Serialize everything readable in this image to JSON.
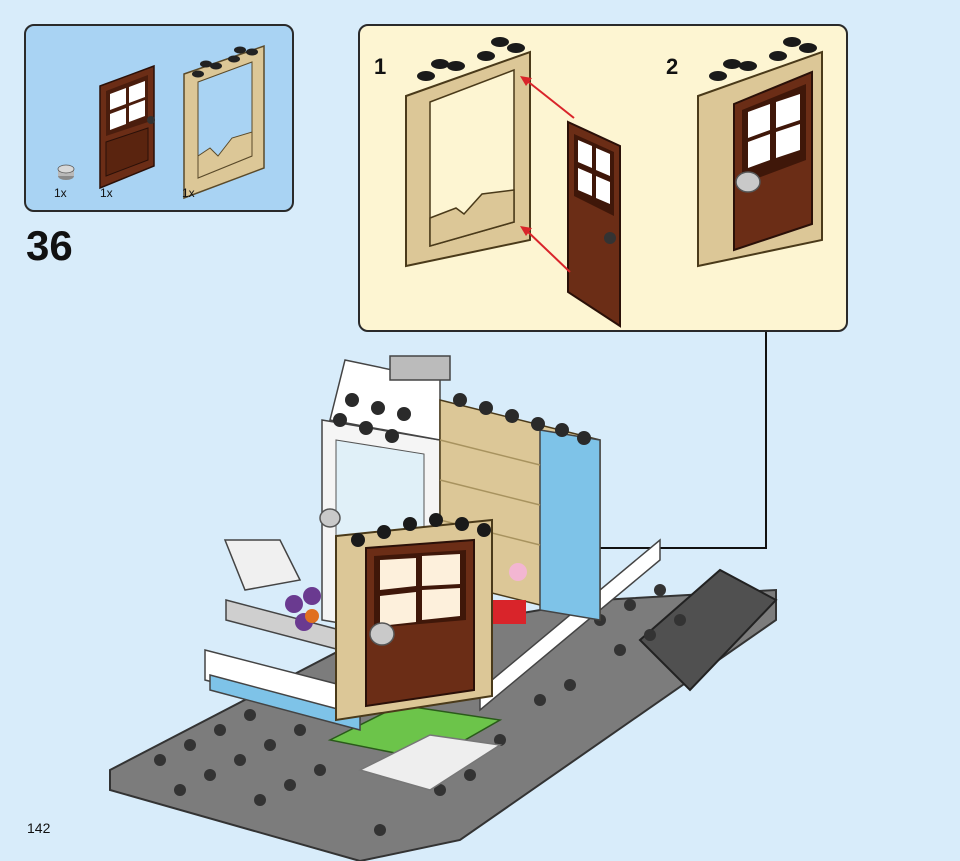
{
  "step": {
    "number": "36"
  },
  "parts": [
    {
      "name": "round-tile",
      "qty": "1x"
    },
    {
      "name": "door",
      "qty": "1x"
    },
    {
      "name": "door-frame",
      "qty": "1x"
    }
  ],
  "substeps": [
    {
      "label": "1"
    },
    {
      "label": "2"
    }
  ],
  "page": {
    "number": "142"
  },
  "colors": {
    "background": "#d8ecfa",
    "parts_box": "#a9d3f3",
    "callout_box": "#fdf5d2",
    "tan": "#dcc797",
    "door_brown": "#6b2d16",
    "arrow_red": "#d9242a",
    "baseplate_grey": "#7c7c7c",
    "bright_green": "#6cc44a",
    "light_blue": "#7ec3e8"
  }
}
